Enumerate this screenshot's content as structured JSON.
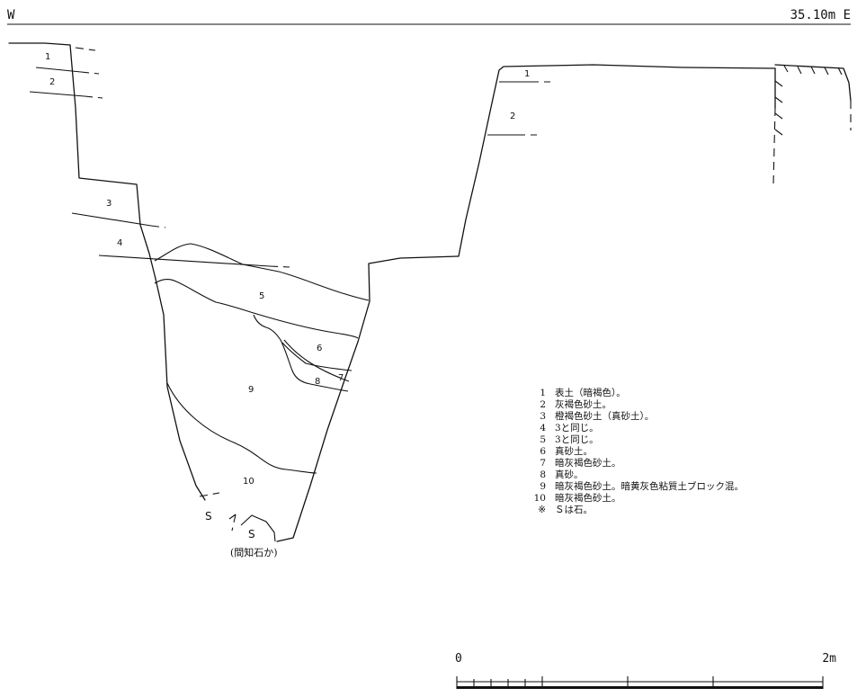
{
  "header": {
    "left": "W",
    "right": "35.10m E"
  },
  "layer_labels": [
    "1",
    "2",
    "3",
    "4",
    "5",
    "6",
    "7",
    "8",
    "9",
    "10"
  ],
  "stones": {
    "label": "S",
    "note": "(間知石か)"
  },
  "legend": [
    {
      "no": "1",
      "text": "表土（暗褐色）。"
    },
    {
      "no": "2",
      "text": "灰褐色砂土。"
    },
    {
      "no": "3",
      "text": "橙褐色砂土（真砂土）。"
    },
    {
      "no": "4",
      "text": "3と同じ。"
    },
    {
      "no": "5",
      "text": "3と同じ。"
    },
    {
      "no": "6",
      "text": "真砂土。"
    },
    {
      "no": "7",
      "text": "暗灰褐色砂土。"
    },
    {
      "no": "8",
      "text": "真砂。"
    },
    {
      "no": "9",
      "text": "暗灰褐色砂土。暗黄灰色粘質土ブロック混。"
    },
    {
      "no": "10",
      "text": "暗灰褐色砂土。"
    },
    {
      "no": "※",
      "text": "Ｓは石。"
    }
  ],
  "scale": {
    "start": "0",
    "end": "2m"
  }
}
